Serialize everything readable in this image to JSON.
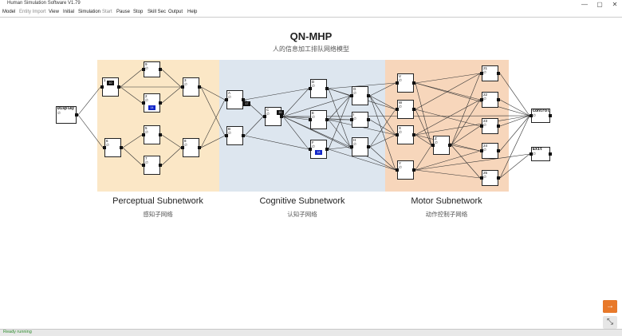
{
  "window": {
    "title": "Human Simulation Software V1.79"
  },
  "window_controls": [
    "—",
    "▢",
    "✕"
  ],
  "menu": [
    {
      "label": "Model",
      "enabled": true
    },
    {
      "label": "Entity Import",
      "enabled": false
    },
    {
      "label": "View",
      "enabled": true
    },
    {
      "label": "Initial",
      "enabled": true
    },
    {
      "label": "Simulation",
      "enabled": true
    },
    {
      "label": "Start",
      "enabled": false
    },
    {
      "label": "Pause",
      "enabled": true
    },
    {
      "label": "Stop",
      "enabled": true
    },
    {
      "label": "Skill Sec",
      "enabled": true
    },
    {
      "label": "Output",
      "enabled": true
    },
    {
      "label": "Help",
      "enabled": true
    }
  ],
  "diagram": {
    "title": "QN-MHP",
    "subtitle": "人的信息加工排队网络模型",
    "regions": [
      {
        "id": "perceptual",
        "name": "Perceptual Subnetwork",
        "cn": "感知子网络",
        "color": "#fbe7c6"
      },
      {
        "id": "cognitive",
        "name": "Cognitive Subnetwork",
        "cn": "认知子网络",
        "color": "#dde6ef"
      },
      {
        "id": "motor",
        "name": "Motor Subnetwork",
        "cn": "动作控制子网络",
        "color": "#f7d6bb"
      }
    ],
    "nodes": [
      {
        "id": "display",
        "label": "Display",
        "mark": "∅"
      },
      {
        "id": "p1",
        "label": "1",
        "mark": "",
        "tag": "10",
        "tag_color": "#111"
      },
      {
        "id": "p2",
        "label": "2",
        "mark": "∅",
        "tag": "14",
        "tag_color": "#1126c8"
      },
      {
        "id": "p3",
        "label": "3",
        "mark": "∅"
      },
      {
        "id": "p5",
        "label": "5",
        "mark": "∅"
      },
      {
        "id": "p6",
        "label": "6",
        "mark": "∅"
      },
      {
        "id": "p7",
        "label": "7",
        "mark": "∅"
      },
      {
        "id": "p8",
        "label": "8",
        "mark": "∅"
      },
      {
        "id": "p9",
        "label": "9",
        "mark": "∅"
      },
      {
        "id": "c1",
        "label": "A",
        "mark": "∅",
        "tag": "17",
        "tag_color": "#111"
      },
      {
        "id": "c2",
        "label": "B",
        "mark": "∅"
      },
      {
        "id": "c3",
        "label": "C",
        "mark": "∅",
        "tag": "20",
        "tag_color": "#111"
      },
      {
        "id": "c4",
        "label": "D",
        "mark": "∅"
      },
      {
        "id": "c5",
        "label": "E",
        "mark": "∅"
      },
      {
        "id": "c6",
        "label": "F",
        "mark": "∅",
        "tag": "18",
        "tag_color": "#1126c8"
      },
      {
        "id": "c7",
        "label": "G",
        "mark": "∅"
      },
      {
        "id": "c8",
        "label": "H",
        "mark": "∅"
      },
      {
        "id": "c9",
        "label": "I",
        "mark": "∅"
      },
      {
        "id": "m1",
        "label": "V",
        "mark": "∅"
      },
      {
        "id": "m2",
        "label": "W",
        "mark": "∅"
      },
      {
        "id": "m3",
        "label": "X",
        "mark": "∅"
      },
      {
        "id": "m4",
        "label": "Y",
        "mark": "∅"
      },
      {
        "id": "m5",
        "label": "Z",
        "mark": "∅"
      },
      {
        "id": "m6",
        "label": "21",
        "mark": "∅"
      },
      {
        "id": "m7",
        "label": "22",
        "mark": "∅"
      },
      {
        "id": "m8",
        "label": "23",
        "mark": "∅"
      },
      {
        "id": "m9",
        "label": "24",
        "mark": "∅"
      },
      {
        "id": "m10",
        "label": "25",
        "mark": "∅"
      },
      {
        "id": "control",
        "label": "Control",
        "mark": "∅"
      },
      {
        "id": "exit",
        "label": "Exit",
        "mark": "∅"
      }
    ]
  },
  "status": {
    "text": "Ready running"
  },
  "side_buttons": [
    {
      "icon": "arrow-right-icon",
      "glyph": "→",
      "color": "#e8792a"
    },
    {
      "icon": "expand-icon",
      "glyph": "⤡",
      "color": "#555"
    }
  ]
}
